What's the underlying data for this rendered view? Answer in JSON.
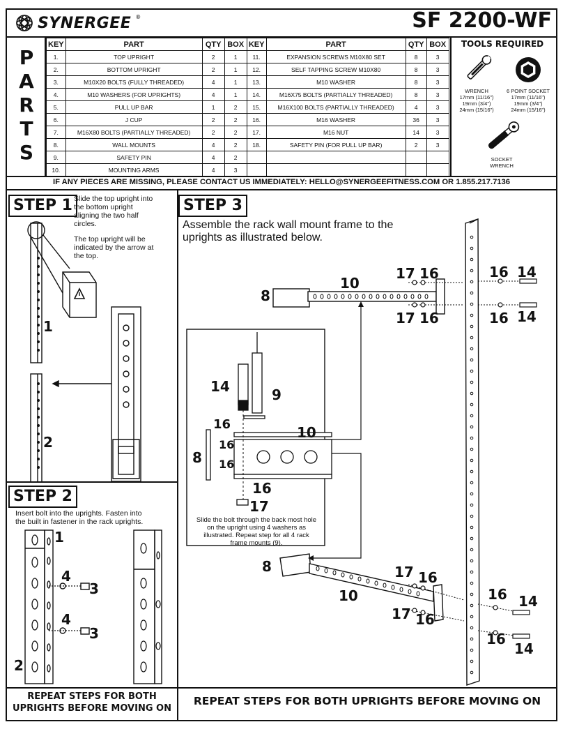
{
  "header": {
    "brand": "SYNERGEE",
    "brand_reg": "®",
    "model": "SF 2200-WF"
  },
  "parts_letters": [
    "P",
    "A",
    "R",
    "T",
    "S"
  ],
  "parts_table": {
    "headers": [
      "KEY",
      "PART",
      "QTY",
      "BOX",
      "KEY",
      "PART",
      "QTY",
      "BOX"
    ],
    "rows": [
      [
        "1.",
        "TOP UPRIGHT",
        "2",
        "1",
        "11.",
        "EXPANSION SCREWS M10X80 SET",
        "8",
        "3"
      ],
      [
        "2.",
        "BOTTOM UPRIGHT",
        "2",
        "1",
        "12.",
        "SELF TAPPING SCREW M10X80",
        "8",
        "3"
      ],
      [
        "3.",
        "M10X20 BOLTS (FULLY THREADED)",
        "4",
        "1",
        "13.",
        "M10 WASHER",
        "8",
        "3"
      ],
      [
        "4.",
        "M10 WASHERS (FOR UPRIGHTS)",
        "4",
        "1",
        "14.",
        "M16X75 BOLTS (PARTIALLY THREADED)",
        "8",
        "3"
      ],
      [
        "5.",
        "PULL UP BAR",
        "1",
        "2",
        "15.",
        "M16X100 BOLTS (PARTIALLY THREADED)",
        "4",
        "3"
      ],
      [
        "6.",
        "J CUP",
        "2",
        "2",
        "16.",
        "M16 WASHER",
        "36",
        "3"
      ],
      [
        "7.",
        "M16X80 BOLTS (PARTIALLY THREADED)",
        "2",
        "2",
        "17.",
        "M16 NUT",
        "14",
        "3"
      ],
      [
        "8.",
        "WALL MOUNTS",
        "4",
        "2",
        "18.",
        "SAFETY PIN (FOR PULL UP BAR)",
        "2",
        "3"
      ],
      [
        "9.",
        "SAFETY PIN",
        "4",
        "2",
        "",
        "",
        "",
        ""
      ],
      [
        "10.",
        "MOUNTING ARMS",
        "4",
        "3",
        "",
        "",
        "",
        ""
      ]
    ]
  },
  "tools": {
    "title": "TOOLS REQUIRED",
    "wrench": {
      "name": "WRENCH",
      "sizes": [
        "17mm (11/16\")",
        "19mm (3/4\")",
        "24mm (15/16\")"
      ]
    },
    "socket": {
      "name": "6 POINT SOCKET",
      "sizes": [
        "17mm (11/16\")",
        "19mm (3/4\")",
        "24mm (15/16\")"
      ]
    },
    "socket_wrench": {
      "line1": "SOCKET",
      "line2": "WRENCH"
    }
  },
  "notice": "IF ANY PIECES ARE MISSING, PLEASE CONTACT US IMMEDIATELY: HELLO@SYNERGEEFITNESS.COM OR 1.855.217.7136",
  "step1": {
    "title": "STEP 1",
    "text1": [
      "Slide the top upright into",
      "the bottom upright",
      "aligning the two half",
      "circles."
    ],
    "text2": [
      "The top upright will be",
      "indicated by the arrow at",
      "the top."
    ],
    "label_top": "1",
    "label_bottom": "2"
  },
  "step2": {
    "title": "STEP 2",
    "text": [
      "Insert bolt into the uprights. Fasten into",
      "the built in fastener in the rack uprights."
    ],
    "labels": {
      "one": "1",
      "two": "2",
      "four_a": "4",
      "four_b": "4",
      "three_a": "3",
      "three_b": "3"
    }
  },
  "step3": {
    "title": "STEP 3",
    "text": [
      "Assemble the rack wall mount frame to the",
      "uprights as illustrated below."
    ],
    "labels": {
      "l8_top": "8",
      "l10_top": "10",
      "l17_a": "17",
      "l16_a": "16",
      "l17_b": "17",
      "l16_b": "16",
      "l16_r1": "16",
      "l14_r1": "14",
      "l16_r2": "16",
      "l14_r2": "14",
      "l8_bot": "8",
      "l10_bot": "10",
      "l17_c": "17",
      "l16_c": "16",
      "l17_d": "17",
      "l16_d": "16",
      "l16_r3": "16",
      "l14_r3": "14",
      "l16_r4": "16",
      "l14_r4": "14"
    },
    "detail": {
      "l14": "14",
      "l9": "9",
      "l16_a": "16",
      "l16_b": "16",
      "l16_c": "16",
      "l16_d": "16",
      "l17": "17",
      "l8": "8",
      "l10": "10",
      "caption": [
        "Slide the bolt through the back most hole",
        "on the upright using 4 washers as",
        "illustrated. Repeat step for all 4 rack",
        "frame mounts (9)."
      ]
    }
  },
  "footer": {
    "left": [
      "REPEAT STEPS FOR BOTH",
      "UPRIGHTS BEFORE MOVING ON"
    ],
    "right": "REPEAT STEPS FOR BOTH UPRIGHTS BEFORE MOVING ON"
  }
}
